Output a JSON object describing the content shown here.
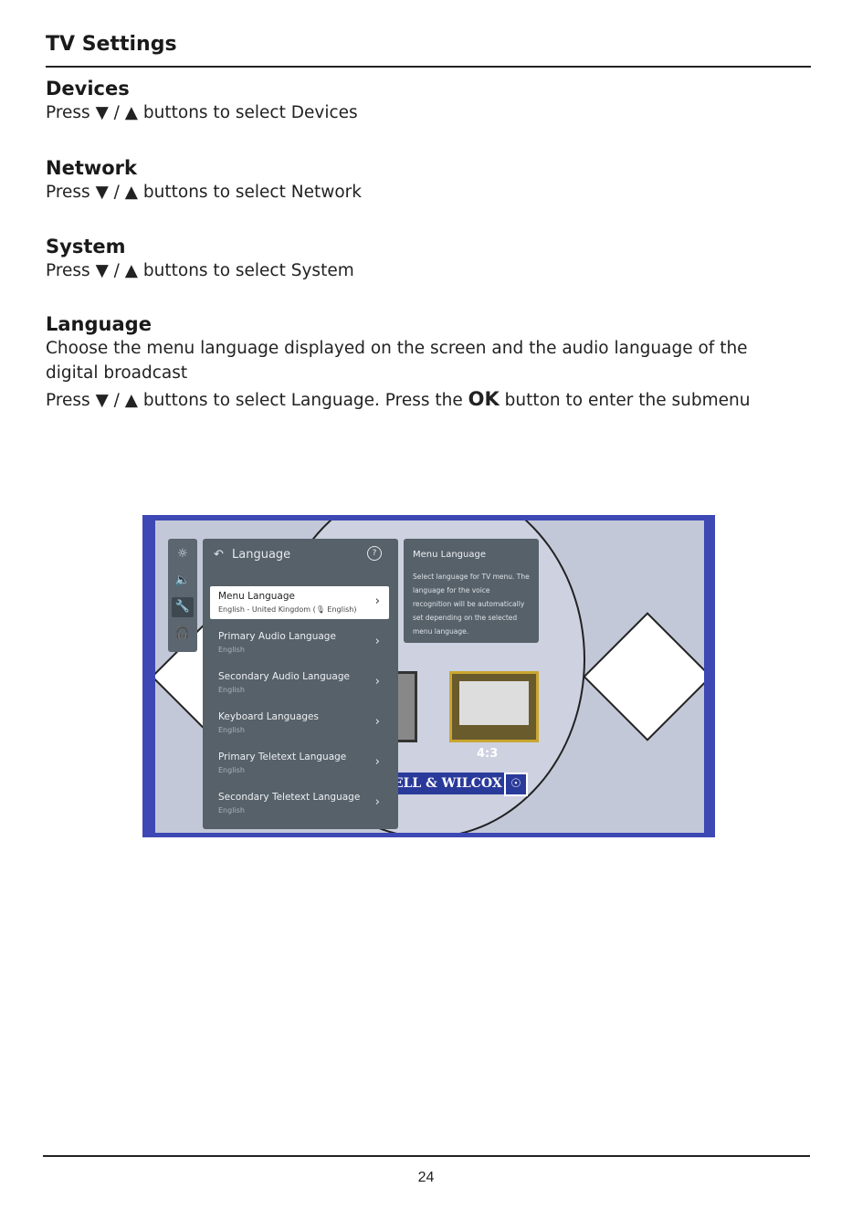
{
  "header": {
    "title": "TV Settings"
  },
  "sections": [
    {
      "heading": "Devices",
      "text": "Press ▼ / ▲ buttons to select Devices"
    },
    {
      "heading": "Network",
      "text": "Press ▼ / ▲ buttons to select Network"
    },
    {
      "heading": "System",
      "text": "Press ▼ / ▲ buttons to select System"
    },
    {
      "heading": "Language",
      "description": "Choose the menu language displayed on the screen and the audio language of the digital broadcast",
      "instruction_before": "Press ▼ / ▲ buttons to select Language. Press the",
      "instruction_key": "OK",
      "instruction_after": "button to enter the submenu"
    }
  ],
  "screenshot": {
    "icons": [
      "picture-icon",
      "sound-icon",
      "settings-wrench-icon",
      "headphones-icon"
    ],
    "panel": {
      "back_glyph": "↶",
      "title": "Language",
      "help_glyph": "?",
      "items": [
        {
          "label": "Menu Language",
          "value": "English - United Kingdom (🎙 English)",
          "selected": true
        },
        {
          "label": "Primary Audio Language",
          "value": "English"
        },
        {
          "label": "Secondary Audio Language",
          "value": "English"
        },
        {
          "label": "Keyboard Languages",
          "value": "English"
        },
        {
          "label": "Primary Teletext Language",
          "value": "English"
        },
        {
          "label": "Secondary Teletext Language",
          "value": "English"
        }
      ]
    },
    "help": {
      "title": "Menu Language",
      "text": "Select language for TV menu. The language for the voice recognition will be automatically set depending on the selected menu language."
    },
    "background": {
      "logo": "SNELL & WILCOX",
      "format_label": "4:3"
    }
  },
  "footer": {
    "page_number": "24"
  },
  "colors": {
    "frame": "#3e48b4",
    "panel": "#56616a",
    "selected": "#ffffff"
  }
}
